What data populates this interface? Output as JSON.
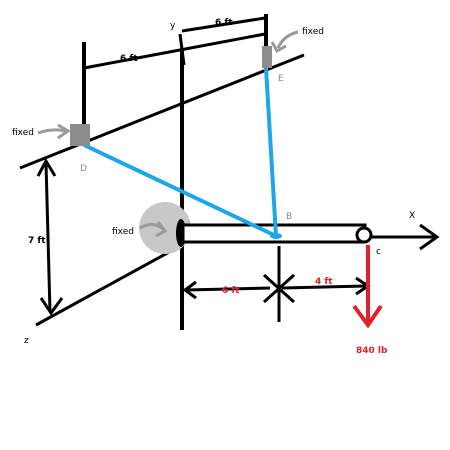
{
  "labels": {
    "y_axis": "y",
    "x_axis": "X",
    "z_axis": "z",
    "point_b": "B",
    "point_c": "c",
    "point_d": "D",
    "point_e": "E",
    "fixed_left": "fixed",
    "fixed_top": "fixed",
    "fixed_wall": "fixed",
    "dim_top_6ft": "6 ft",
    "dim_upper_6ft": "6 ft",
    "dim_7ft": "7 ft",
    "dim_bottom_6ft": "6 ft",
    "dim_4ft": "4 ft",
    "load": "840 lb"
  },
  "colors": {
    "structure": "#000000",
    "cable": "#1ea7e8",
    "load": "#e0202a",
    "support": "#8c8c8c",
    "annotation_arrow": "#9a9a9a"
  }
}
